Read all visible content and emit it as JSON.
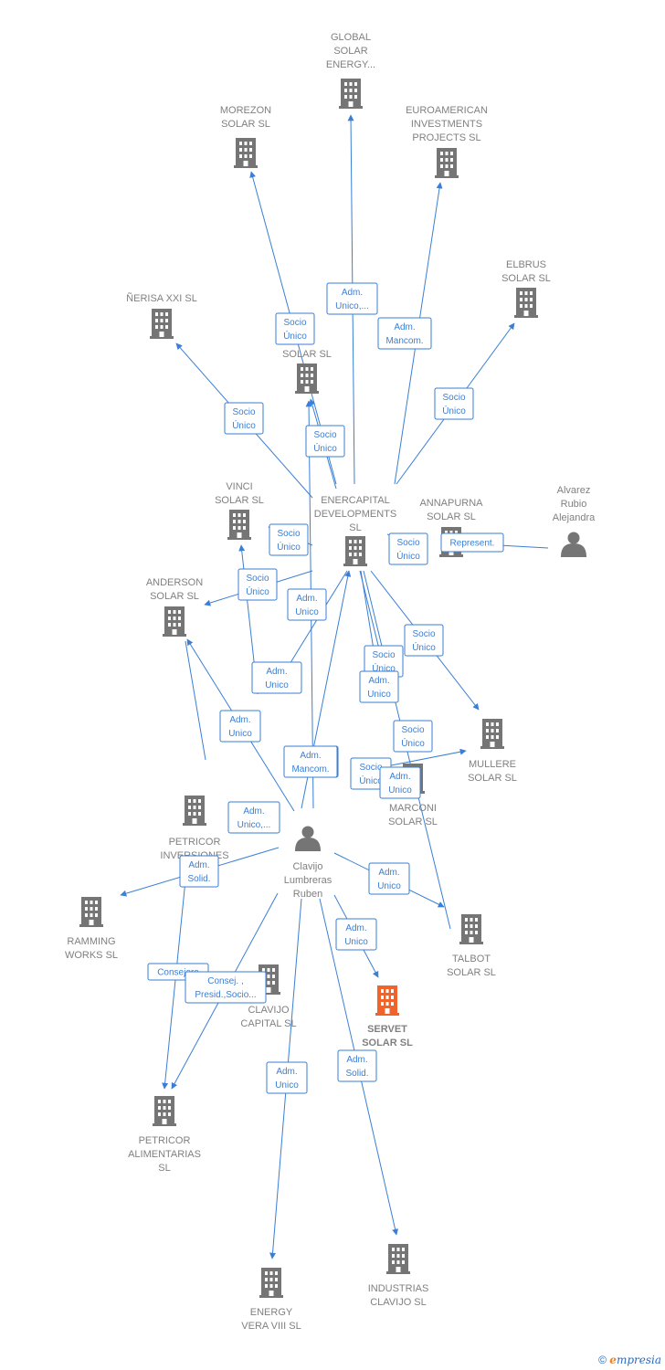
{
  "colors": {
    "edge": "#3a7fd5",
    "node": "#757575",
    "focus_node": "#f0632a",
    "label": "#808080"
  },
  "nodes": [
    {
      "id": "global",
      "type": "company",
      "icon": "building-icon",
      "lines": [
        "GLOBAL",
        "SOLAR",
        "ENERGY..."
      ]
    },
    {
      "id": "morezon",
      "type": "company",
      "icon": "building-icon",
      "lines": [
        "MOREZON",
        "SOLAR  SL"
      ]
    },
    {
      "id": "euroamerican",
      "type": "company",
      "icon": "building-icon",
      "lines": [
        "EUROAMERICAN",
        "INVESTMENTS",
        "PROJECTS  SL"
      ]
    },
    {
      "id": "elbrus",
      "type": "company",
      "icon": "building-icon",
      "lines": [
        "ELBRUS",
        "SOLAR  SL"
      ]
    },
    {
      "id": "nerisa",
      "type": "company",
      "icon": "building-icon",
      "lines": [
        "ÑERISA XXI  SL"
      ]
    },
    {
      "id": "alsolar",
      "type": "company",
      "icon": "building-icon",
      "lines": [
        "AL",
        "SOLAR  SL"
      ]
    },
    {
      "id": "enercapital",
      "type": "company",
      "icon": "building-icon",
      "lines": [
        "ENERCAPITAL",
        "DEVELOPMENTS",
        "SL"
      ]
    },
    {
      "id": "vinci",
      "type": "company",
      "icon": "building-icon",
      "lines": [
        "VINCI",
        "SOLAR  SL"
      ]
    },
    {
      "id": "annapurna",
      "type": "company",
      "icon": "building-icon",
      "lines": [
        "ANNAPURNA",
        "SOLAR  SL"
      ]
    },
    {
      "id": "alvarez",
      "type": "person",
      "icon": "person-icon",
      "lines": [
        "Alvarez",
        "Rubio",
        "Alejandra"
      ]
    },
    {
      "id": "anderson",
      "type": "company",
      "icon": "building-icon",
      "lines": [
        "ANDERSON",
        "SOLAR  SL"
      ]
    },
    {
      "id": "mullere",
      "type": "company",
      "icon": "building-icon",
      "lines": [
        "MULLERE",
        "SOLAR  SL"
      ]
    },
    {
      "id": "marconi",
      "type": "company",
      "icon": "building-icon",
      "lines": [
        "MARCONI",
        "SOLAR  SL"
      ]
    },
    {
      "id": "petricor_inv",
      "type": "company",
      "icon": "building-icon",
      "lines": [
        "PETRICOR",
        "INVERSIONES"
      ]
    },
    {
      "id": "clavijo",
      "type": "person",
      "icon": "person-icon",
      "lines": [
        "Clavijo",
        "Lumbreras",
        "Ruben"
      ]
    },
    {
      "id": "ramming",
      "type": "company",
      "icon": "building-icon",
      "lines": [
        "RAMMING",
        "WORKS  SL"
      ]
    },
    {
      "id": "talbot",
      "type": "company",
      "icon": "building-icon",
      "lines": [
        "TALBOT",
        "SOLAR  SL"
      ]
    },
    {
      "id": "clavijo_cap",
      "type": "company",
      "icon": "building-icon",
      "lines": [
        "CLAVIJO",
        "CAPITAL  SL"
      ]
    },
    {
      "id": "servet",
      "type": "focus",
      "icon": "building-icon",
      "lines": [
        "SERVET",
        "SOLAR  SL"
      ]
    },
    {
      "id": "petricor_ali",
      "type": "company",
      "icon": "building-icon",
      "lines": [
        "PETRICOR",
        "ALIMENTARIAS",
        "SL"
      ]
    },
    {
      "id": "industrias",
      "type": "company",
      "icon": "building-icon",
      "lines": [
        "INDUSTRIAS",
        "CLAVIJO  SL"
      ]
    },
    {
      "id": "energy_vera",
      "type": "company",
      "icon": "building-icon",
      "lines": [
        "ENERGY",
        "VERA VIII  SL"
      ]
    }
  ],
  "edges": [
    {
      "label": [
        "Adm.",
        "Unico,..."
      ]
    },
    {
      "label": [
        "Socio",
        "Único"
      ]
    },
    {
      "label": [
        "Adm.",
        "Mancom."
      ]
    },
    {
      "label": [
        "Socio",
        "Único"
      ]
    },
    {
      "label": [
        "Socio",
        "Único"
      ]
    },
    {
      "label": [
        "Socio",
        "Único"
      ]
    },
    {
      "label": [
        "Socio",
        "Único"
      ]
    },
    {
      "label": [
        "Socio",
        "Único"
      ]
    },
    {
      "label": [
        "Represent."
      ]
    },
    {
      "label": [
        "Socio",
        "Único"
      ]
    },
    {
      "label": [
        "Socio",
        "Único"
      ]
    },
    {
      "label": [
        "Adm.",
        "Unico"
      ]
    },
    {
      "label": [
        "Socio",
        "Único"
      ]
    },
    {
      "label": [
        "Adm.",
        "Unico"
      ]
    },
    {
      "label": [
        "Adm.",
        "Unico"
      ]
    },
    {
      "label": [
        "Adm.",
        "Unico"
      ]
    },
    {
      "label": [
        "Socio",
        "Único"
      ]
    },
    {
      "label": [
        "Adm.",
        "Unico"
      ]
    },
    {
      "label": [
        "Adm.",
        "Mancom."
      ]
    },
    {
      "label": [
        "Socio",
        "Único"
      ]
    },
    {
      "label": [
        "Adm.",
        "Unico"
      ]
    },
    {
      "label": [
        "Adm.",
        "Unico,..."
      ]
    },
    {
      "label": [
        "Adm.",
        "Solid."
      ]
    },
    {
      "label": [
        "Adm.",
        "Unico"
      ]
    },
    {
      "label": [
        "Adm.",
        "Unico"
      ]
    },
    {
      "label": [
        "Consejero"
      ]
    },
    {
      "label": [
        "Consej. ,",
        "Presid.,Socio..."
      ]
    },
    {
      "label": [
        "Adm.",
        "Unico"
      ]
    },
    {
      "label": [
        "Adm.",
        "Solid."
      ]
    }
  ],
  "footer": {
    "copyright_symbol": "©",
    "brand_initial": "e",
    "brand_rest": "mpresia"
  }
}
